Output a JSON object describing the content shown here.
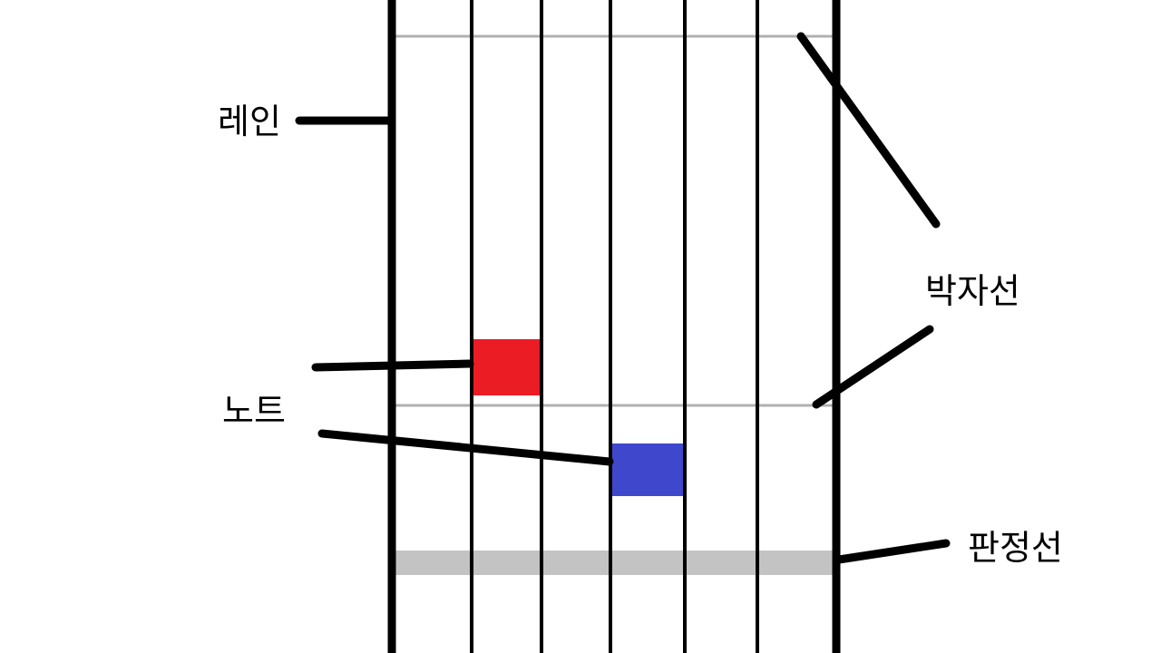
{
  "labels": {
    "lane": "레인",
    "beat_line": "박자선",
    "note": "노트",
    "judgement_line": "판정선"
  },
  "colors": {
    "note_red": "#ec1c24",
    "note_blue": "#3f48cc",
    "judgement_line": "#c3c3c3",
    "beat_line": "#b0b0b0",
    "lane_lines": "#000000"
  }
}
